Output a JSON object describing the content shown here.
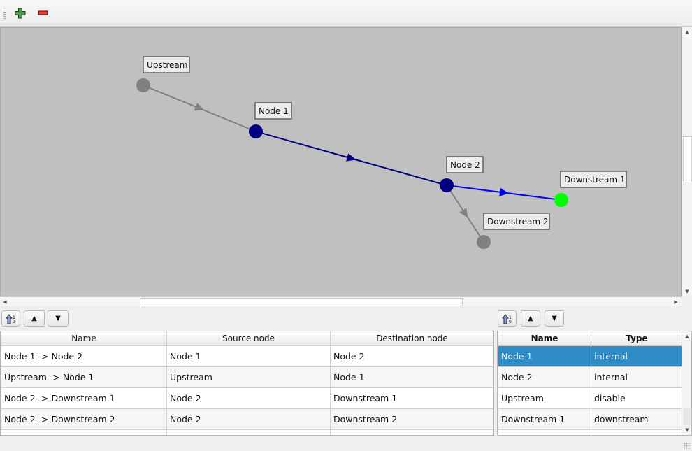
{
  "toolbar": {
    "add_icon": "plus-icon",
    "remove_icon": "minus-icon"
  },
  "graph": {
    "background": "#c0c0c0",
    "nodes": [
      {
        "id": "upstream",
        "label": "Upstream",
        "color": "#808080"
      },
      {
        "id": "node1",
        "label": "Node 1",
        "color": "#000080"
      },
      {
        "id": "node2",
        "label": "Node 2",
        "color": "#000080"
      },
      {
        "id": "down1",
        "label": "Downstream 1",
        "color": "#00ff00"
      },
      {
        "id": "down2",
        "label": "Downstream 2",
        "color": "#808080"
      }
    ],
    "edges": [
      {
        "from": "upstream",
        "to": "node1",
        "color": "#808080"
      },
      {
        "from": "node1",
        "to": "node2",
        "color": "#000080"
      },
      {
        "from": "node2",
        "to": "down1",
        "color": "#0000ff"
      },
      {
        "from": "node2",
        "to": "down2",
        "color": "#808080"
      }
    ]
  },
  "connections": {
    "headers": [
      "Name",
      "Source node",
      "Destination node"
    ],
    "rows": [
      [
        "Node 1 -> Node 2",
        "Node 1",
        "Node 2"
      ],
      [
        "Upstream -> Node 1",
        "Upstream",
        "Node 1"
      ],
      [
        "Node 2 -> Downstream 1",
        "Node 2",
        "Downstream 1"
      ],
      [
        "Node 2 -> Downstream 2",
        "Node 2",
        "Downstream 2"
      ]
    ]
  },
  "nodes_table": {
    "headers": [
      "Name",
      "Type"
    ],
    "rows": [
      [
        "Node 1",
        "internal"
      ],
      [
        "Node 2",
        "internal"
      ],
      [
        "Upstream",
        "disable"
      ],
      [
        "Downstream 1",
        "downstream"
      ]
    ],
    "selected_row": 0,
    "selection_color": "#308cc6"
  }
}
